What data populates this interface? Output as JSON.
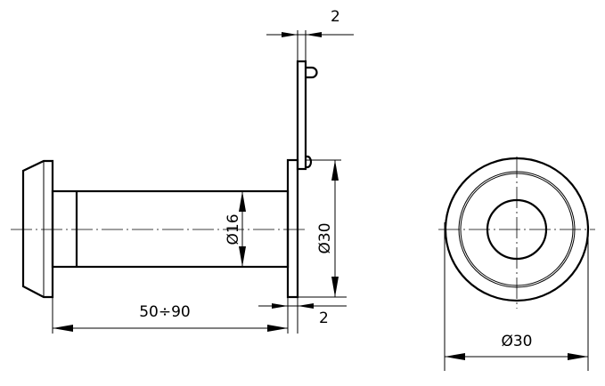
{
  "drawing": {
    "side_view": {
      "dim_top_plate_thickness": "2",
      "dim_tube_diameter": "Ø16",
      "dim_flange_diameter": "Ø30",
      "dim_flange_thickness": "2",
      "dim_length": "50÷90"
    },
    "front_view": {
      "dim_outer_diameter": "Ø30"
    }
  }
}
